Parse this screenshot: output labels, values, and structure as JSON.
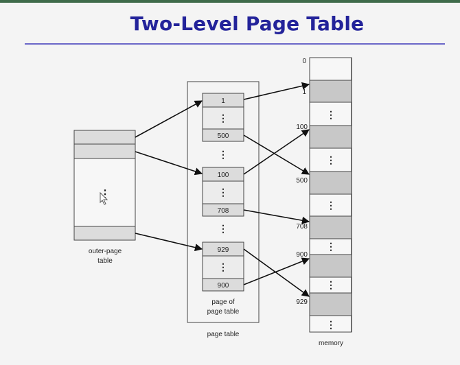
{
  "title": "Two-Level Page Table",
  "outer_page_table": {
    "label_line1": "outer-page",
    "label_line2": "table",
    "ellipsis": "⋮"
  },
  "page_table": {
    "label": "page table",
    "inner_label_line1": "page of",
    "inner_label_line2": "page table",
    "groups": [
      {
        "first": "1",
        "last": "500"
      },
      {
        "first": "100",
        "last": "708"
      },
      {
        "first": "929",
        "last": "900"
      }
    ],
    "ellipsis": "⋮"
  },
  "memory": {
    "label": "memory",
    "addresses": [
      "0",
      "1",
      "100",
      "500",
      "708",
      "900",
      "929"
    ],
    "ellipsis": "⋮"
  }
}
